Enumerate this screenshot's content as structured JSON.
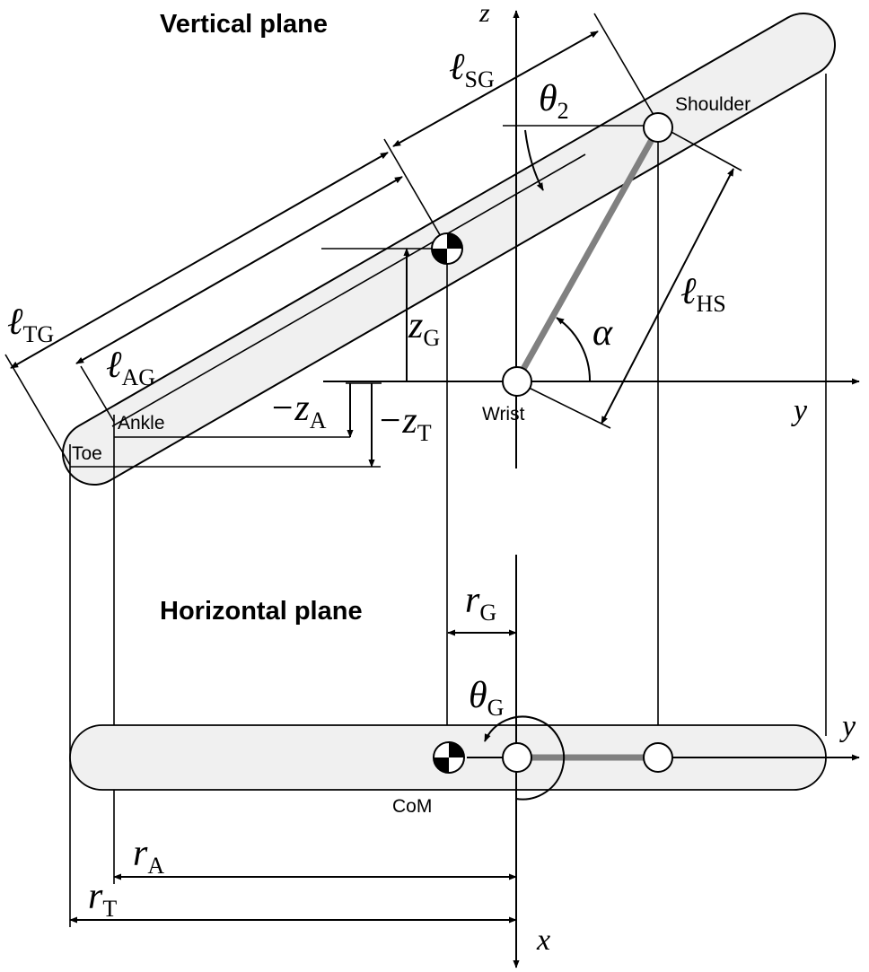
{
  "headings": {
    "vertical": "Vertical plane",
    "horizontal": "Horizontal plane"
  },
  "labels": {
    "shoulder": "Shoulder",
    "wrist": "Wrist",
    "ankle": "Ankle",
    "toe": "Toe",
    "com": "CoM"
  },
  "symbols": {
    "z_axis": "z",
    "y_axis_top": "y",
    "y_axis_bottom": "y",
    "x_axis": "x",
    "l_SG": {
      "main": "ℓ",
      "sub": "SG"
    },
    "theta_2": {
      "main": "θ",
      "sub": "2"
    },
    "l_HS": {
      "main": "ℓ",
      "sub": "HS"
    },
    "alpha": "α",
    "l_TG": {
      "main": "ℓ",
      "sub": "TG"
    },
    "l_AG": {
      "main": "ℓ",
      "sub": "AG"
    },
    "z_G": {
      "main": "z",
      "sub": "G"
    },
    "neg_z_A": {
      "main": "−z",
      "sub": "A"
    },
    "neg_z_T": {
      "main": "−z",
      "sub": "T"
    },
    "r_G": {
      "main": "r",
      "sub": "G"
    },
    "theta_G": {
      "main": "θ",
      "sub": "G"
    },
    "r_A": {
      "main": "r",
      "sub": "A"
    },
    "r_T": {
      "main": "r",
      "sub": "T"
    }
  },
  "colors": {
    "body_fill": "#f0f0f0",
    "arm": "#808080",
    "line": "#000000"
  }
}
